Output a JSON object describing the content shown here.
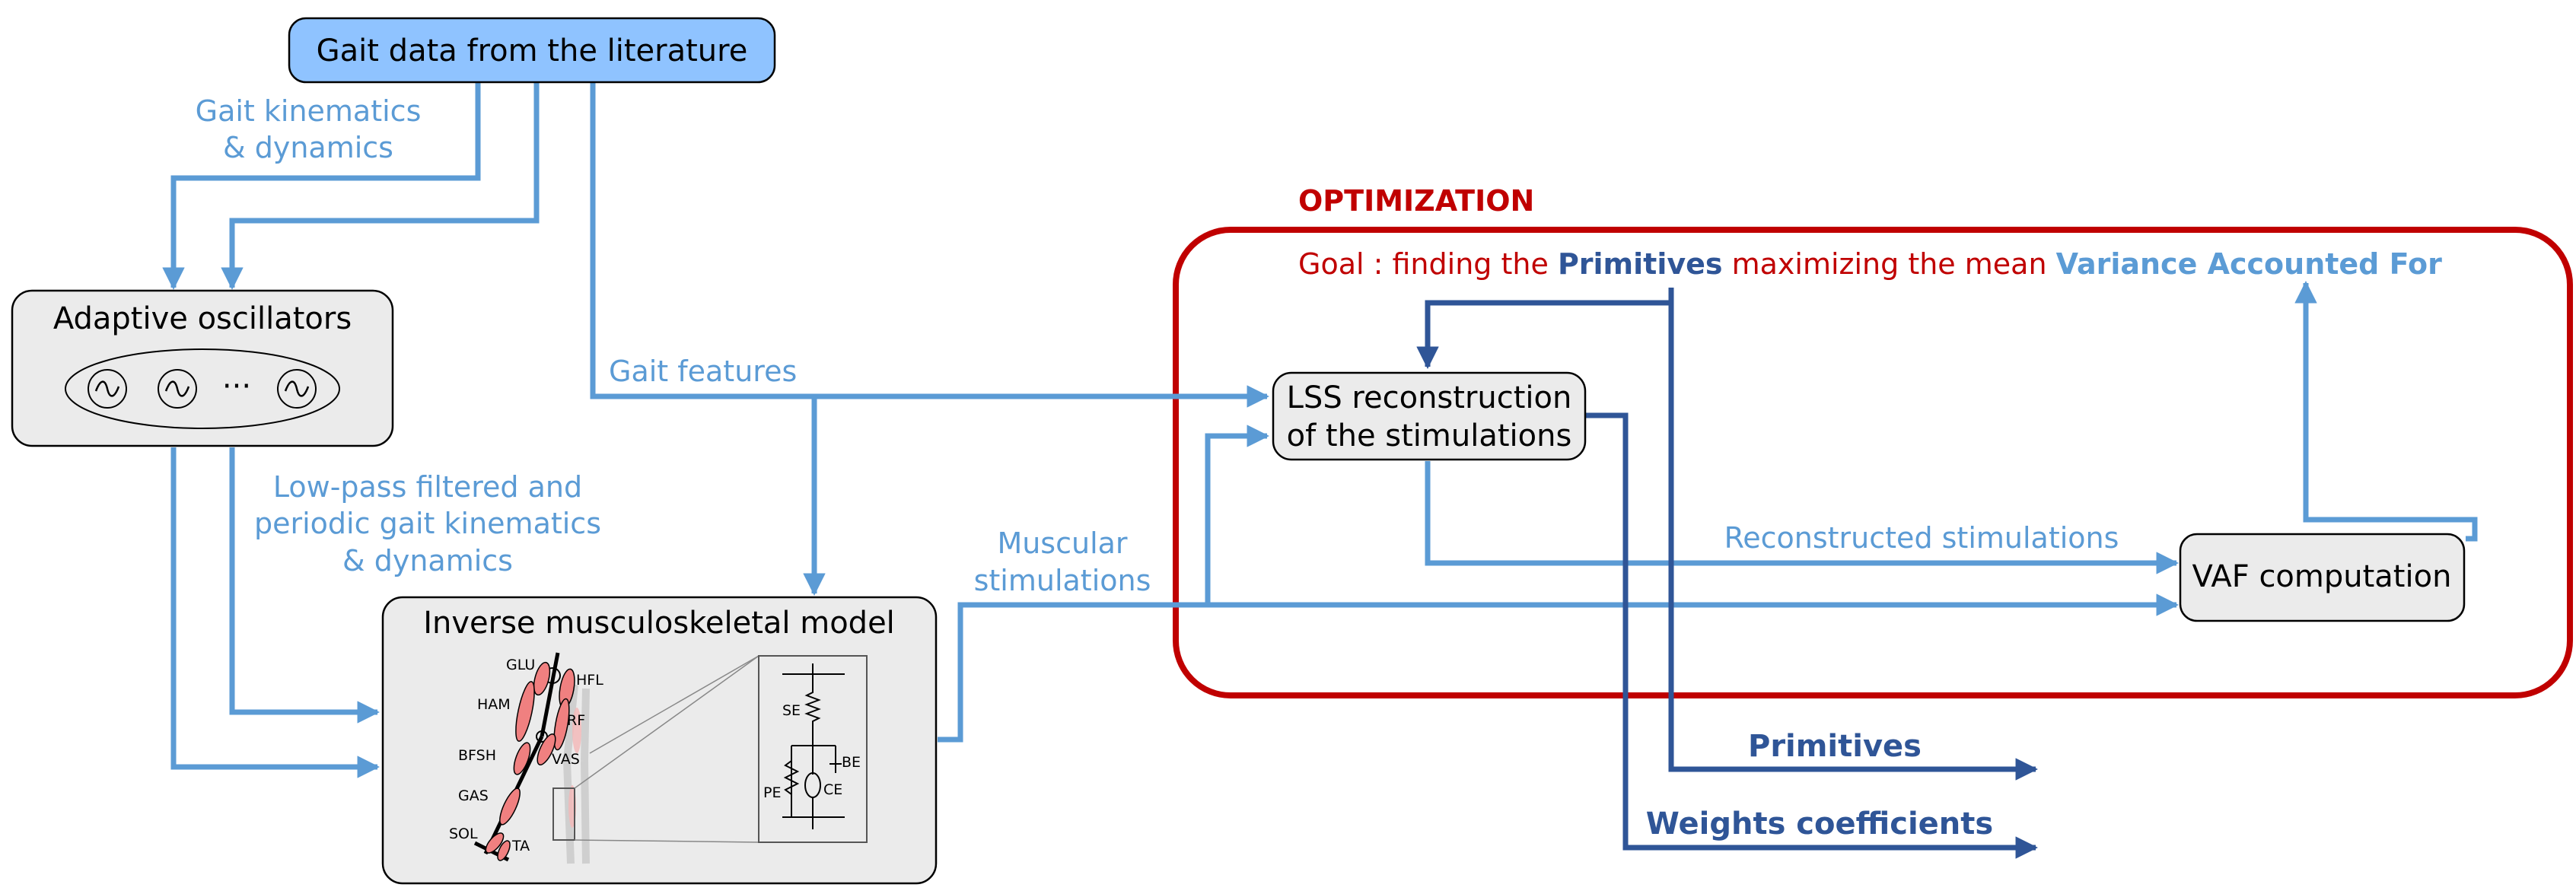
{
  "colors": {
    "light_blue": "#5b9bd5",
    "dark_blue": "#2f5597",
    "red": "#c00000",
    "top_box_fill": "#8fc3ff",
    "gray_box_fill": "#ebebeb",
    "muscle_fill": "#f08080"
  },
  "nodes": {
    "gait_data": "Gait data from the literature",
    "adaptive_oscillators": "Adaptive oscillators",
    "oscillator_dots": "···",
    "inverse_model": "Inverse musculoskeletal model",
    "lss_line1": "LSS reconstruction",
    "lss_line2": "of the stimulations",
    "vaf": "VAF computation"
  },
  "edge_labels": {
    "kinematics_line1": "Gait kinematics",
    "kinematics_line2": "& dynamics",
    "gait_features": "Gait features",
    "lowpass_line1": "Low-pass filtered and",
    "lowpass_line2": "periodic gait kinematics",
    "lowpass_line3": "& dynamics",
    "muscular_line1": "Muscular",
    "muscular_line2": "stimulations",
    "reconstructed": "Reconstructed stimulations",
    "primitives_out": "Primitives",
    "weights_out": "Weights coefficients"
  },
  "optimization": {
    "title": "OPTIMIZATION",
    "goal_prefix": "Goal : finding the ",
    "goal_primitives": "Primitives",
    "goal_middle": " maximizing the mean ",
    "goal_vaf": "Variance Accounted For"
  },
  "muscles": [
    "GLU",
    "HFL",
    "HAM",
    "RF",
    "BFSH",
    "VAS",
    "GAS",
    "SOL",
    "TA"
  ],
  "mtu_elements": [
    "SE",
    "BE",
    "PE",
    "CE"
  ],
  "icons": [
    "sine-wave-icon",
    "sine-wave-icon",
    "sine-wave-icon"
  ]
}
